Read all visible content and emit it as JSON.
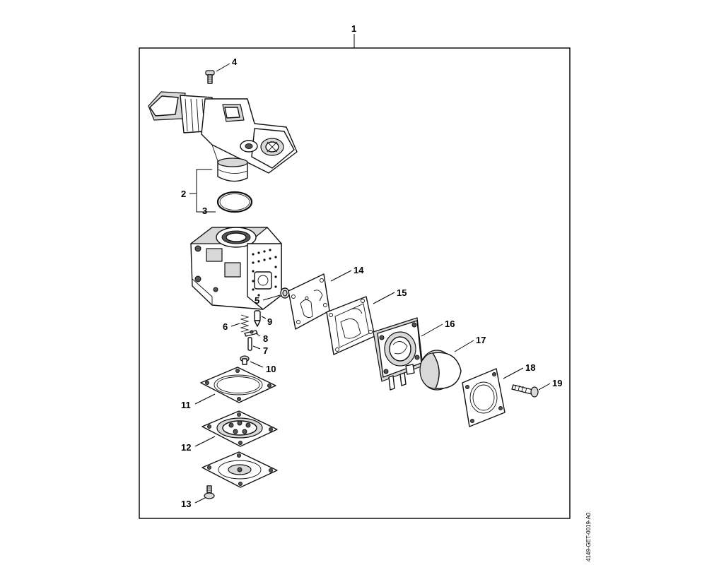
{
  "labels": {
    "l1": "1",
    "l2": "2",
    "l3": "3",
    "l4": "4",
    "l5": "5",
    "l6": "6",
    "l7": "7",
    "l8": "8",
    "l9": "9",
    "l10": "10",
    "l11": "11",
    "l12": "12",
    "l13": "13",
    "l14": "14",
    "l15": "15",
    "l16": "16",
    "l17": "17",
    "l18": "18",
    "l19": "19"
  },
  "drawing_code": "4149-GET-0019-A0"
}
